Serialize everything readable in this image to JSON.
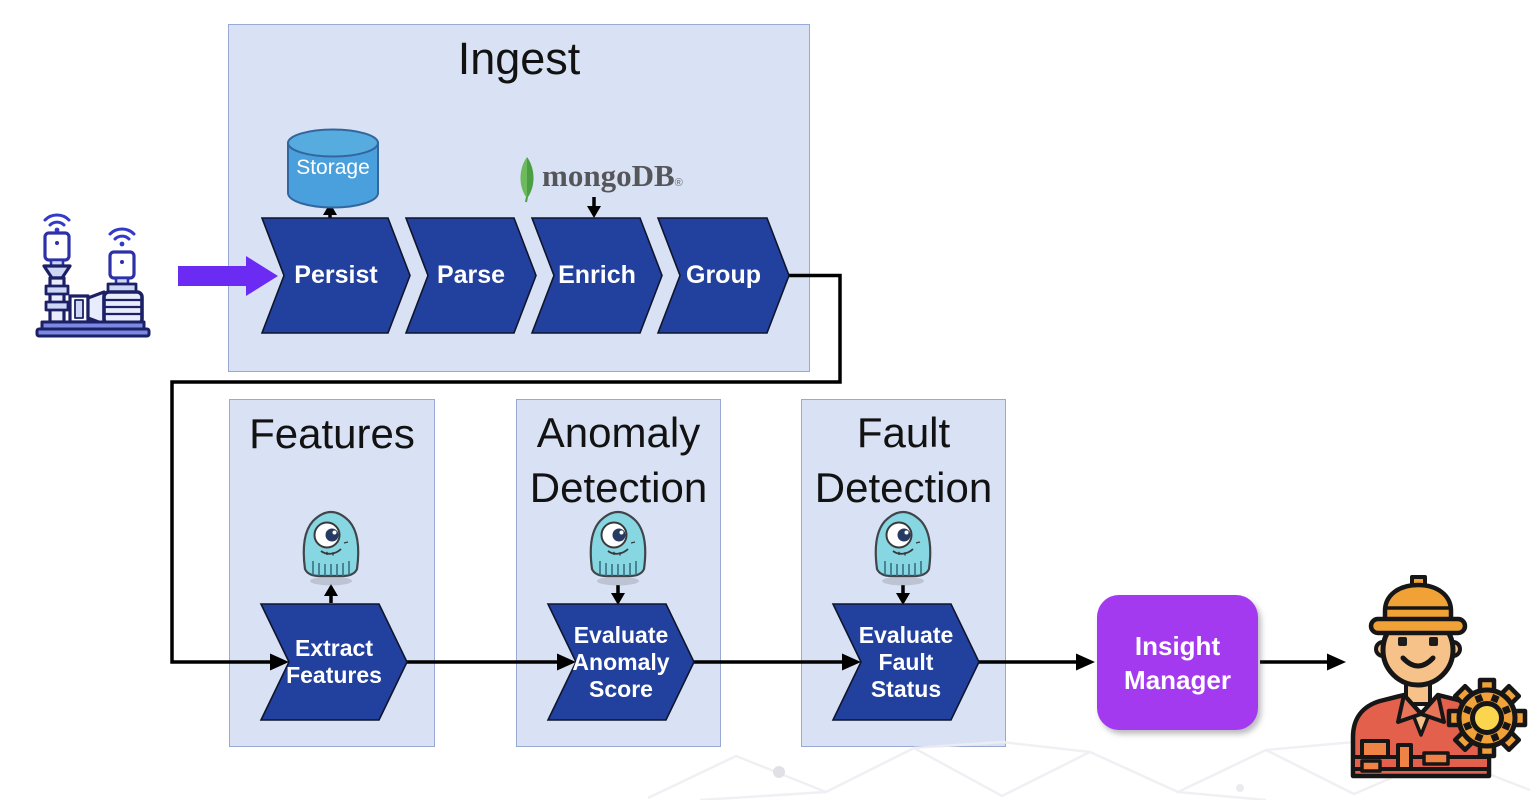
{
  "diagram": {
    "ingest": {
      "title": "Ingest",
      "storage_label": "Storage",
      "mongodb_label": "mongoDB",
      "mongodb_mark": "®",
      "steps": [
        {
          "label": "Persist"
        },
        {
          "label": "Parse"
        },
        {
          "label": "Enrich"
        },
        {
          "label": "Group"
        }
      ]
    },
    "stages": [
      {
        "title_lines": [
          "Features"
        ],
        "step_lines": [
          "Extract",
          "Features"
        ]
      },
      {
        "title_lines": [
          "Anomaly",
          "Detection"
        ],
        "step_lines": [
          "Evaluate",
          "Anomaly",
          "Score"
        ]
      },
      {
        "title_lines": [
          "Fault",
          "Detection"
        ],
        "step_lines": [
          "Evaluate",
          "Fault",
          "Status"
        ]
      }
    ],
    "insight_manager": {
      "lines": [
        "Insight",
        "Manager"
      ]
    },
    "icons": {
      "source": "pump-with-wireless-sensors-icon",
      "ingest_storage": "storage-cylinder-icon",
      "ingest_enrich": "mongodb-leaf-icon",
      "stage_worker": "squid-mascot-icon",
      "consumer": "engineer-worker-icon",
      "consumer_extra": "gear-icon",
      "input_flow": "purple-arrow-icon"
    },
    "colors": {
      "chevron_blue": "#22409e",
      "panel_fill": "#d9e2f4",
      "panel_border": "#9aa9d4",
      "input_arrow_purple": "#6c2bf2",
      "insight_purple": "#a43af0",
      "storage_blue": "#4aa0dc",
      "mongo_green_light": "#6cba5c",
      "mongo_green_dark": "#4c9e45",
      "mongo_text_gray": "#55565a",
      "squid_teal": "#87d7e3",
      "flow_line_black": "#000000"
    }
  }
}
